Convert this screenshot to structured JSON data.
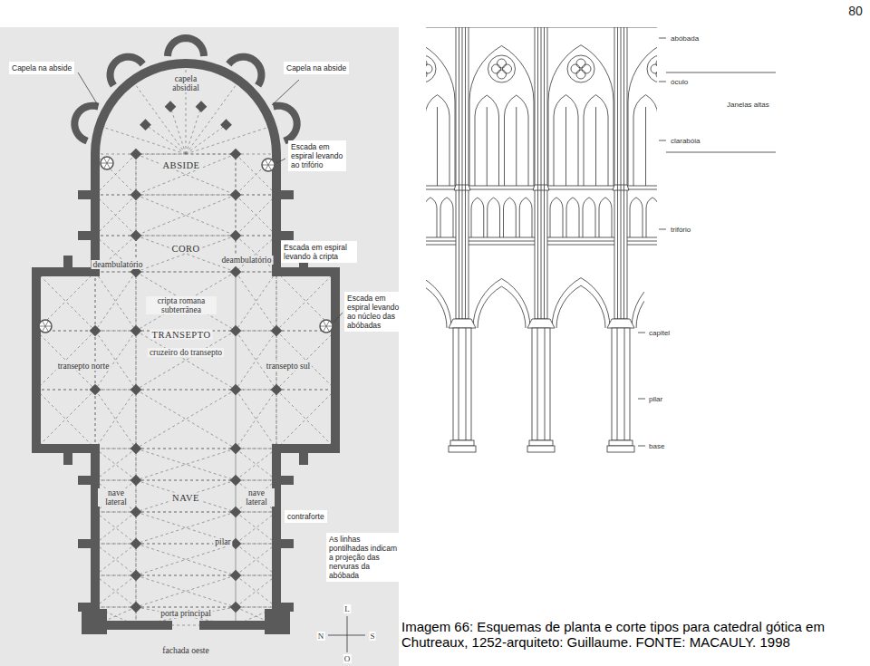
{
  "diagram": {
    "caption": "Imagem 66: Esquemas de planta e corte tipos para catedral gótica em Chutreaux, 1252-arquiteto: Guillaume. FONTE: MACAULY. 1998",
    "nodes": [
      {
        "text": [
          "Capela na abside"
        ]
      },
      {
        "text": [
          "Capela na abside"
        ]
      },
      {
        "text": [
          "Escada em espiral levando ao trifório"
        ]
      },
      {
        "text": [
          "Escada em espiral levando à cripta"
        ]
      },
      {
        "text": [
          "Escada em espiral levando ao núcleo das abóbadas"
        ]
      },
      {
        "text": [
          "contraforte"
        ]
      },
      {
        "text": [
          "As linhas pontilhadas indicam a projeção das nervuras da abóbada"
        ]
      }
    ],
    "labels": [
      "80",
      "capela absidial",
      "ABSIDE",
      "deambulatório",
      "CORO",
      "deambulatório",
      "cripta romana subterrânea",
      "TRANSEPTO",
      "cruzeiro do transepto",
      "transepto norte",
      "transepto sul",
      "nave lateral",
      "NAVE",
      "nave lateral",
      "pilar",
      "porta principal",
      "fachada oeste",
      "L",
      "N",
      "S",
      "O",
      "abóbada",
      "óculo",
      "Janelas altas",
      "clarabóia",
      "trifório",
      "capitel",
      "pilar",
      "base"
    ]
  }
}
